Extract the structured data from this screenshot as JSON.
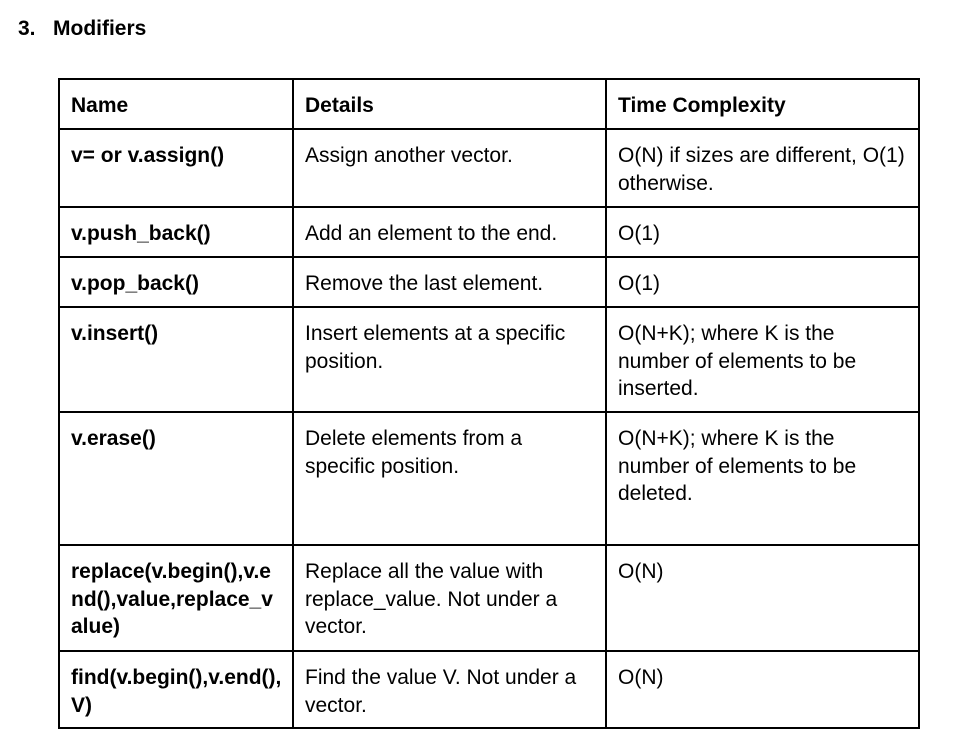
{
  "section": {
    "number": "3.",
    "title": "Modifiers"
  },
  "table": {
    "headers": [
      "Name",
      "Details",
      "Time Complexity"
    ],
    "rows": [
      {
        "name": "v= or v.assign()",
        "details": "Assign another vector.",
        "complexity": "O(N) if sizes are different, O(1) otherwise."
      },
      {
        "name": "v.push_back()",
        "details": "Add an element to the end.",
        "complexity": "O(1)"
      },
      {
        "name": "v.pop_back()",
        "details": "Remove the last element.",
        "complexity": "O(1)"
      },
      {
        "name": "v.insert()",
        "details": "Insert elements at a specific position.",
        "complexity": "O(N+K); where K is the number of elements to be inserted."
      },
      {
        "name": "v.erase()",
        "details": "Delete elements from a specific position.",
        "complexity": "O(N+K); where K is the number of elements to be deleted."
      },
      {
        "name": "replace(v.begin(),v.end(),value,replace_value)",
        "details": "Replace all the value with replace_value. Not under a vector.",
        "complexity": "O(N)"
      },
      {
        "name": "find(v.begin(),v.end(),V)",
        "details": "Find the value V. Not under a vector.",
        "complexity": "O(N)"
      }
    ]
  }
}
